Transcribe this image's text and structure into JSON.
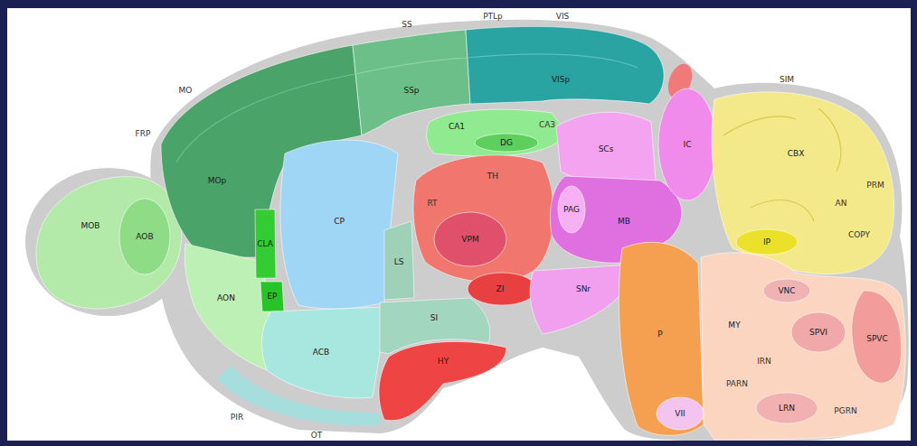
{
  "diagram": {
    "nodes": [
      {
        "text": [
          "MOB"
        ]
      },
      {
        "text": [
          "AOB"
        ],
        "in": 0
      },
      {
        "text": [
          "MOp"
        ]
      },
      {
        "text": [
          "SSp"
        ]
      },
      {
        "text": [
          "VISp"
        ]
      },
      {
        "text": [
          "AON"
        ]
      },
      {
        "text": [
          "CLA"
        ]
      },
      {
        "text": [
          "EP"
        ]
      },
      {
        "text": [
          "CP"
        ]
      },
      {
        "text": [
          "ACB"
        ]
      },
      {
        "text": [
          "LS"
        ]
      },
      {
        "text": [
          "SI"
        ]
      },
      {
        "text": [
          "CA1"
        ]
      },
      {
        "text": [
          "DG"
        ],
        "in": 12
      },
      {
        "text": [
          "TH"
        ]
      },
      {
        "text": [
          "VPM"
        ],
        "in": 14
      },
      {
        "text": [
          "ZI"
        ]
      },
      {
        "text": [
          "HY"
        ]
      },
      {
        "text": [
          "SCs"
        ]
      },
      {
        "text": [
          "MB"
        ]
      },
      {
        "text": [
          "PAG"
        ],
        "in": 19
      },
      {
        "text": [
          "SNr"
        ]
      },
      {
        "text": [
          "IC"
        ]
      },
      {
        "text": [
          "CBX"
        ]
      },
      {
        "text": [
          "IP"
        ],
        "in": 23
      },
      {
        "text": [
          "P"
        ]
      },
      {
        "text": [
          "MY"
        ]
      },
      {
        "text": [
          "VNC"
        ],
        "in": 26
      },
      {
        "text": [
          "SPVI"
        ],
        "in": 26
      },
      {
        "text": [
          "SPVC"
        ],
        "in": 26
      },
      {
        "text": [
          "LRN"
        ],
        "in": 26
      },
      {
        "text": [
          "VII"
        ]
      }
    ],
    "labels": [
      "FRP",
      "MO",
      "SS",
      "PTLp",
      "VIS",
      "CA3",
      "RT",
      "OT",
      "PIR",
      "SIM",
      "AN",
      "PRM",
      "COPY",
      "IRN",
      "PARN",
      "PGRN"
    ]
  }
}
